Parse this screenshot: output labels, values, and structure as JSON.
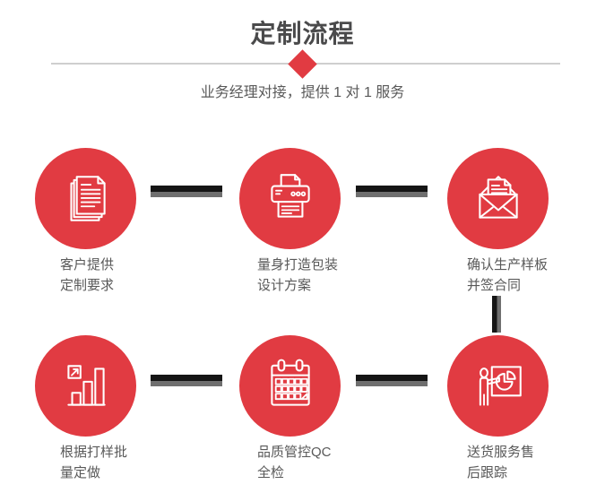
{
  "header": {
    "title": "定制流程",
    "subtitle": "业务经理对接，提供 1 对 1 服务"
  },
  "colors": {
    "accent": "#e13b42",
    "connector_dark": "#151515",
    "connector_light": "#6f6f6f",
    "divider": "#cfcfcf",
    "heading": "#4a4a4b",
    "text": "#595959"
  },
  "steps": [
    {
      "icon": "documents-icon",
      "label_line1": "客户提供",
      "label_line2": "定制要求"
    },
    {
      "icon": "printer-icon",
      "label_line1": "量身打造包装",
      "label_line2": "设计方案"
    },
    {
      "icon": "envelope-icon",
      "label_line1": "确认生产样板",
      "label_line2": "并签合同"
    },
    {
      "icon": "bar-chart-icon",
      "label_line1": "根据打样批",
      "label_line2": "量定做"
    },
    {
      "icon": "calendar-icon",
      "label_line1": "品质管控QC",
      "label_line2": "全检"
    },
    {
      "icon": "presentation-icon",
      "label_line1": "送货服务售",
      "label_line2": "后跟踪"
    }
  ]
}
